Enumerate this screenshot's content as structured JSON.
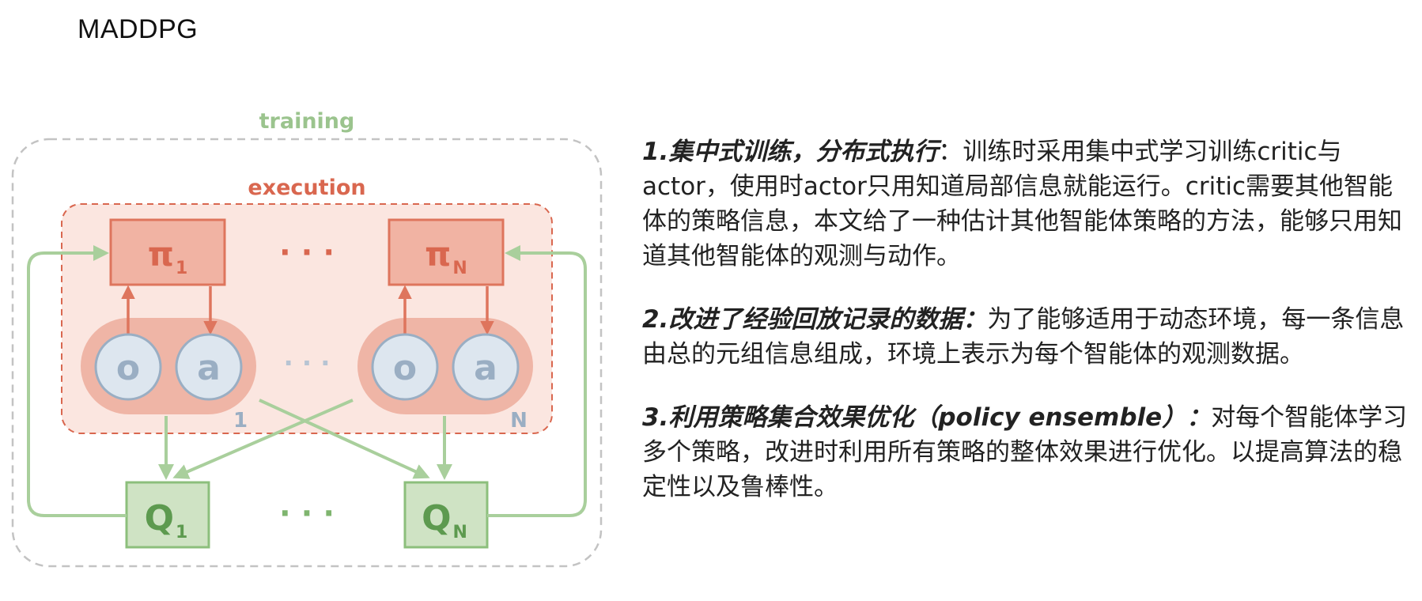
{
  "slide": {
    "title": "MADDPG"
  },
  "diagram": {
    "training_label": "training",
    "execution_label": "execution",
    "policy_first": "π",
    "policy_first_sub": "1",
    "policy_last": "π",
    "policy_last_sub": "N",
    "obs_label": "o",
    "act_label": "a",
    "group_first_index": "1",
    "group_last_index": "N",
    "critic_first": "Q",
    "critic_first_sub": "1",
    "critic_last": "Q",
    "critic_last_sub": "N",
    "ellipsis": "· · ·",
    "colors": {
      "training": "#9bc48e",
      "execution": "#d9674f",
      "execution_fill": "#fbe6e0",
      "policy_fill": "#f1b3a3",
      "agent_pill": "#efb5a6",
      "circle_fill": "#dde6ef",
      "circle_stroke": "#9aaec3",
      "critic_fill": "#cfe3c4",
      "critic_stroke": "#8cbf7c",
      "critic_text": "#5d9a4f"
    }
  },
  "points": [
    {
      "head": "1.集中式训练，分布式执行",
      "body": "：训练时采用集中式学习训练critic与actor，使用时actor只用知道局部信息就能运行。critic需要其他智能体的策略信息，本文给了一种估计其他智能体策略的方法，能够只用知道其他智能体的观测与动作。"
    },
    {
      "head": "2.改进了经验回放记录的数据：",
      "body": "为了能够适用于动态环境，每一条信息由总的元组信息组成，环境上表示为每个智能体的观测数据。"
    },
    {
      "head": "3.利用策略集合效果优化（policy ensemble）：",
      "body": "对每个智能体学习多个策略，改进时利用所有策略的整体效果进行优化。以提高算法的稳定性以及鲁棒性。"
    }
  ]
}
